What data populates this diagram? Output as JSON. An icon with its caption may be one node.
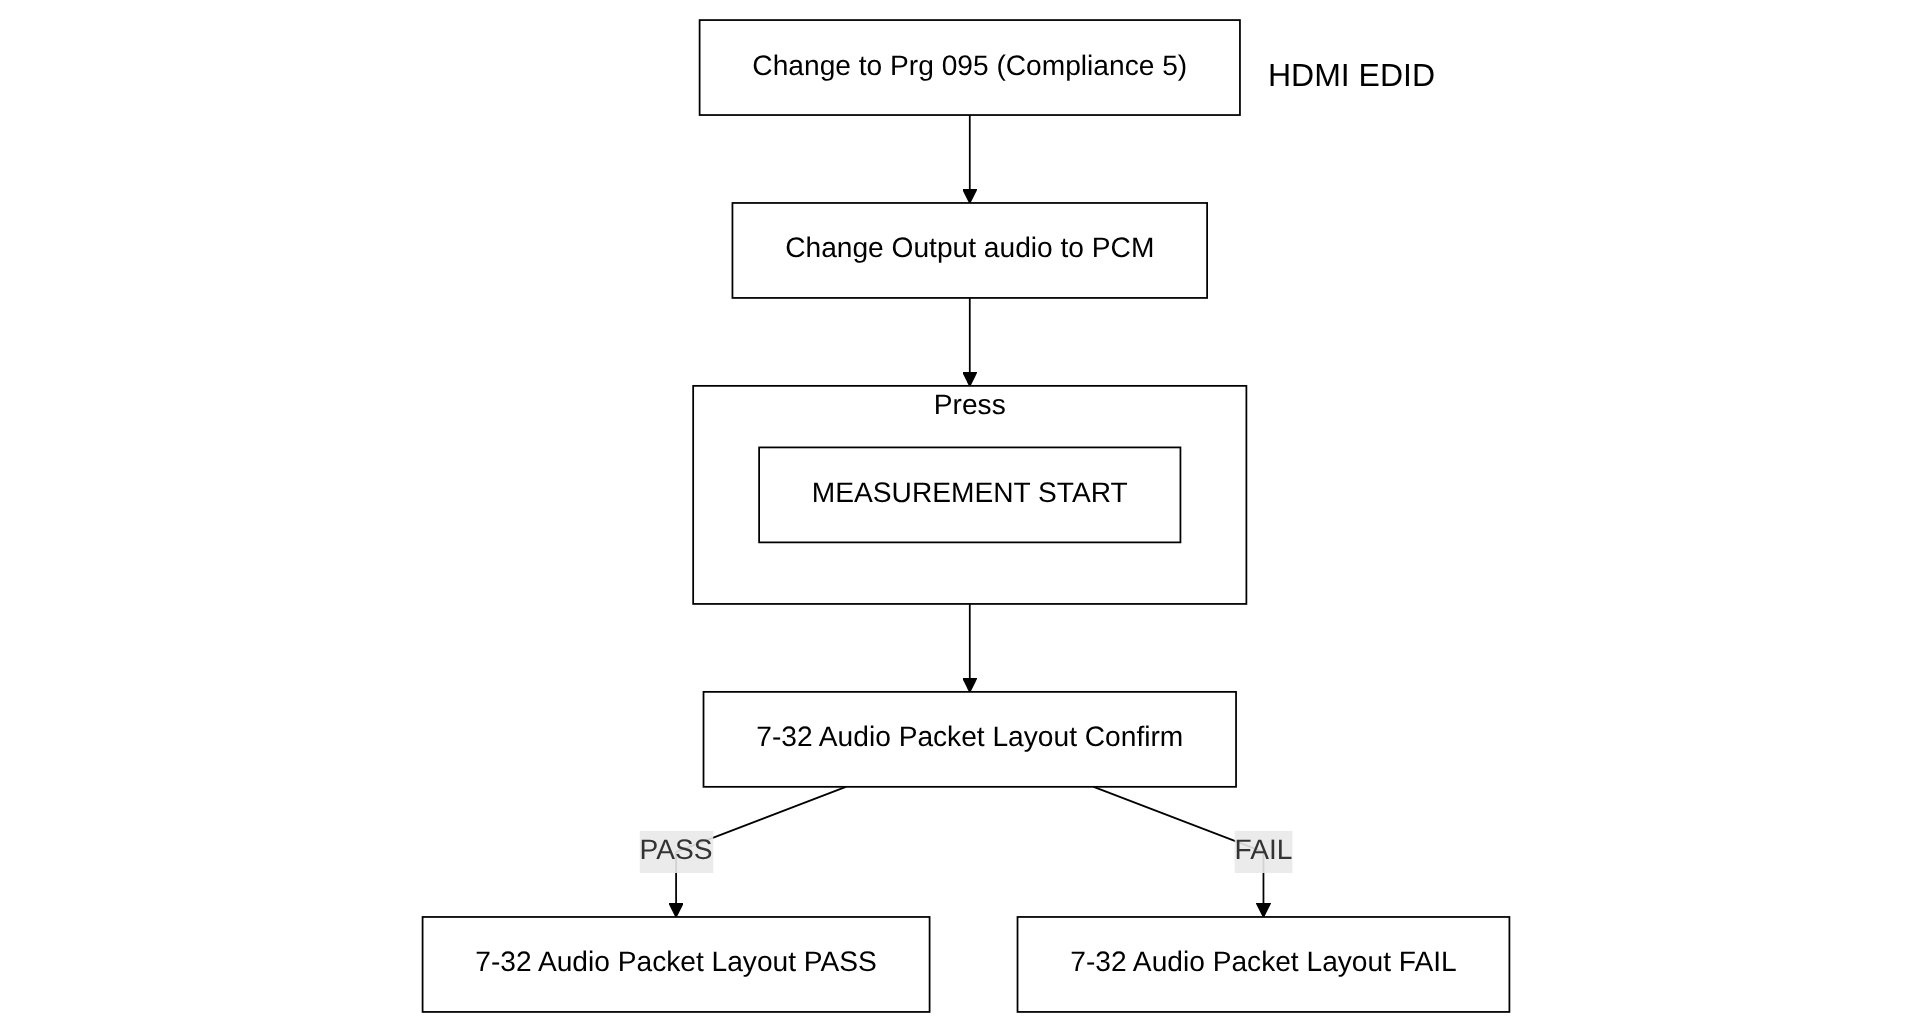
{
  "diagram": {
    "nodes": [
      {
        "text": [
          "Change to Prg 095 (Compliance 5)"
        ],
        "beside": [
          "HDMI EDID"
        ]
      },
      {
        "text": [
          "Change Output audio to PCM"
        ]
      },
      {
        "text": [
          "Press"
        ]
      },
      {
        "text": [
          "MEASUREMENT START"
        ],
        "in": 2
      },
      {
        "text": [
          "7-32 Audio Packet Layout Confirm"
        ]
      },
      {
        "text": [
          "7-32 Audio Packet Layout PASS"
        ]
      },
      {
        "text": [
          "7-32 Audio Packet Layout FAIL"
        ]
      }
    ],
    "edges": [
      {
        "from": 0,
        "to": 1,
        "arrow": "to"
      },
      {
        "from": 1,
        "to": 2,
        "arrow": "to"
      },
      {
        "from": 2,
        "to": 4,
        "arrow": "to"
      },
      {
        "from": 4,
        "to": 5,
        "arrow": "to",
        "label": "PASS"
      },
      {
        "from": 4,
        "to": 6,
        "arrow": "to",
        "label": "FAIL"
      }
    ]
  }
}
